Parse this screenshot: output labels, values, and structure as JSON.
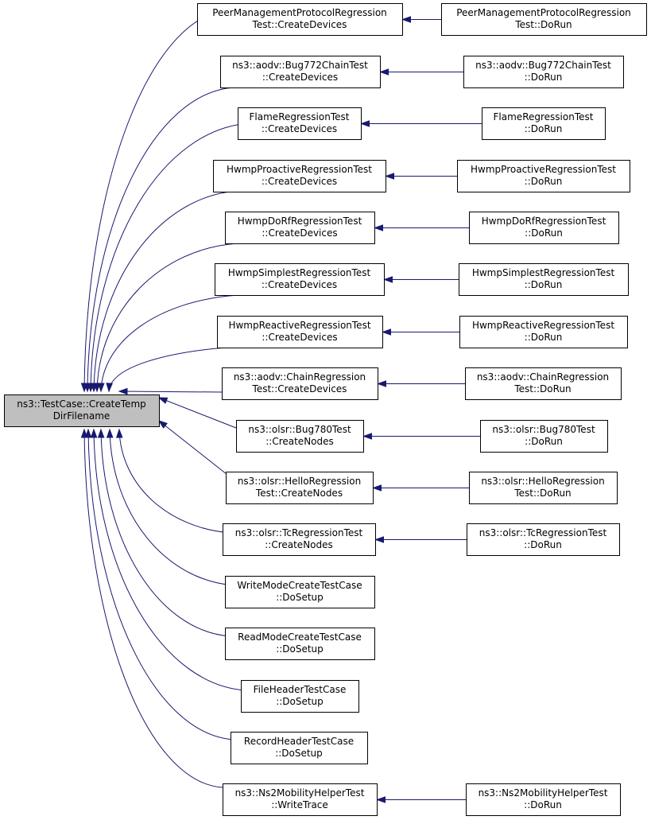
{
  "root": {
    "line1": "ns3::TestCase::CreateTemp",
    "line2": "DirFilename"
  },
  "callers": [
    {
      "line1": "PeerManagementProtocolRegression",
      "line2": "Test::CreateDevices",
      "calledBy": {
        "line1": "PeerManagementProtocolRegression",
        "line2": "Test::DoRun"
      }
    },
    {
      "line1": "ns3::aodv::Bug772ChainTest",
      "line2": "::CreateDevices",
      "calledBy": {
        "line1": "ns3::aodv::Bug772ChainTest",
        "line2": "::DoRun"
      }
    },
    {
      "line1": "FlameRegressionTest",
      "line2": "::CreateDevices",
      "calledBy": {
        "line1": "FlameRegressionTest",
        "line2": "::DoRun"
      }
    },
    {
      "line1": "HwmpProactiveRegressionTest",
      "line2": "::CreateDevices",
      "calledBy": {
        "line1": "HwmpProactiveRegressionTest",
        "line2": "::DoRun"
      }
    },
    {
      "line1": "HwmpDoRfRegressionTest",
      "line2": "::CreateDevices",
      "calledBy": {
        "line1": "HwmpDoRfRegressionTest",
        "line2": "::DoRun"
      }
    },
    {
      "line1": "HwmpSimplestRegressionTest",
      "line2": "::CreateDevices",
      "calledBy": {
        "line1": "HwmpSimplestRegressionTest",
        "line2": "::DoRun"
      }
    },
    {
      "line1": "HwmpReactiveRegressionTest",
      "line2": "::CreateDevices",
      "calledBy": {
        "line1": "HwmpReactiveRegressionTest",
        "line2": "::DoRun"
      }
    },
    {
      "line1": "ns3::aodv::ChainRegression",
      "line2": "Test::CreateDevices",
      "calledBy": {
        "line1": "ns3::aodv::ChainRegression",
        "line2": "Test::DoRun"
      }
    },
    {
      "line1": "ns3::olsr::Bug780Test",
      "line2": "::CreateNodes",
      "calledBy": {
        "line1": "ns3::olsr::Bug780Test",
        "line2": "::DoRun"
      }
    },
    {
      "line1": "ns3::olsr::HelloRegression",
      "line2": "Test::CreateNodes",
      "calledBy": {
        "line1": "ns3::olsr::HelloRegression",
        "line2": "Test::DoRun"
      }
    },
    {
      "line1": "ns3::olsr::TcRegressionTest",
      "line2": "::CreateNodes",
      "calledBy": {
        "line1": "ns3::olsr::TcRegressionTest",
        "line2": "::DoRun"
      }
    },
    {
      "line1": "WriteModeCreateTestCase",
      "line2": "::DoSetup",
      "calledBy": null
    },
    {
      "line1": "ReadModeCreateTestCase",
      "line2": "::DoSetup",
      "calledBy": null
    },
    {
      "line1": "FileHeaderTestCase",
      "line2": "::DoSetup",
      "calledBy": null
    },
    {
      "line1": "RecordHeaderTestCase",
      "line2": "::DoSetup",
      "calledBy": null
    },
    {
      "line1": "ns3::Ns2MobilityHelperTest",
      "line2": "::WriteTrace",
      "calledBy": {
        "line1": "ns3::Ns2MobilityHelperTest",
        "line2": "::DoRun"
      }
    }
  ]
}
